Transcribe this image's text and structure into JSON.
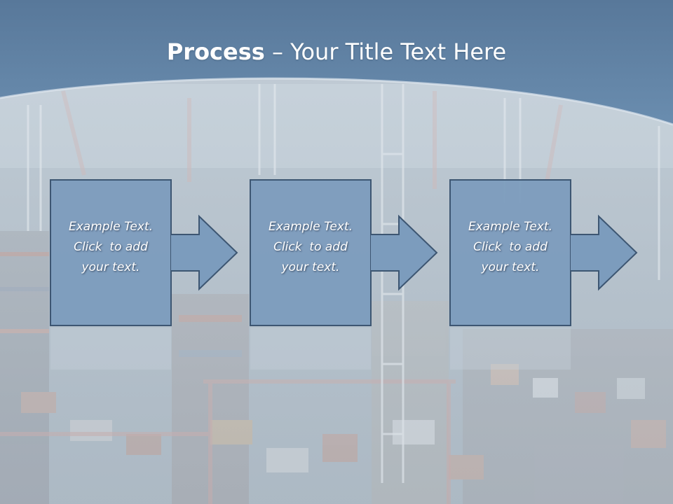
{
  "title": {
    "bold": "Process",
    "separator": " – ",
    "rest": "Your Title Text Here"
  },
  "steps": [
    {
      "lines": [
        "Example Text.",
        "Click  to add",
        "your text."
      ]
    },
    {
      "lines": [
        "Example Text.",
        "Click  to add",
        "your text."
      ]
    },
    {
      "lines": [
        "Example Text.",
        "Click  to add",
        "your text."
      ]
    }
  ],
  "colors": {
    "header_band": "#5f83a4",
    "box_fill": "#7c9cbd",
    "box_stroke": "#3d5672",
    "text": "#ffffff"
  }
}
